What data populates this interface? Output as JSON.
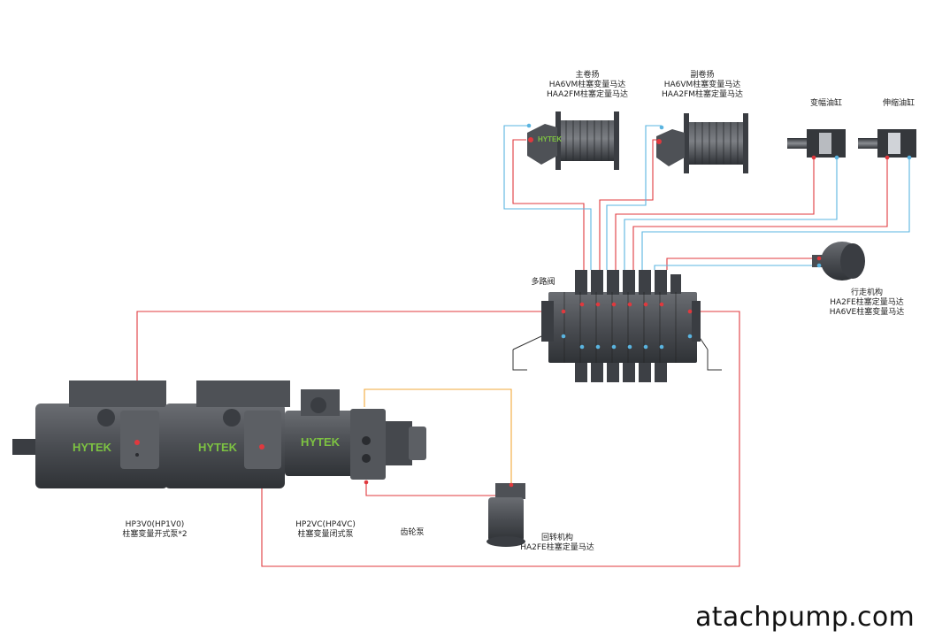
{
  "labels": {
    "main_winch": {
      "name": "主卷扬",
      "line1": "HA6VM柱塞变量马达",
      "line2": "HAA2FM柱塞定量马达"
    },
    "aux_winch": {
      "name": "副卷扬",
      "line1": "HA6VM柱塞变量马达",
      "line2": "HAA2FM柱塞定量马达"
    },
    "luffing_cylinder": "变幅油缸",
    "telescopic_cylinder": "伸缩油缸",
    "multi_valve": "多路阀",
    "travel": {
      "name": "行走机构",
      "line1": "HA2FE柱塞定量马达",
      "line2": "HA6VE柱塞变量马达"
    },
    "open_pump": {
      "line1": "HP3V0(HP1V0)",
      "line2": "柱塞变量开式泵*2"
    },
    "closed_pump": {
      "line1": "HP2VC(HP4VC)",
      "line2": "柱塞变量闭式泵"
    },
    "gear_pump": "齿轮泵",
    "slewing": {
      "name": "回转机构",
      "line1": "HA2FE柱塞定量马达"
    }
  },
  "brand": "HYTEK",
  "watermark": "atachpump.com",
  "colors": {
    "pressure_line": "#e0393e",
    "return_line": "#5ab4e0",
    "pilot_line": "#f2a83b",
    "body": "#4a4d52"
  }
}
